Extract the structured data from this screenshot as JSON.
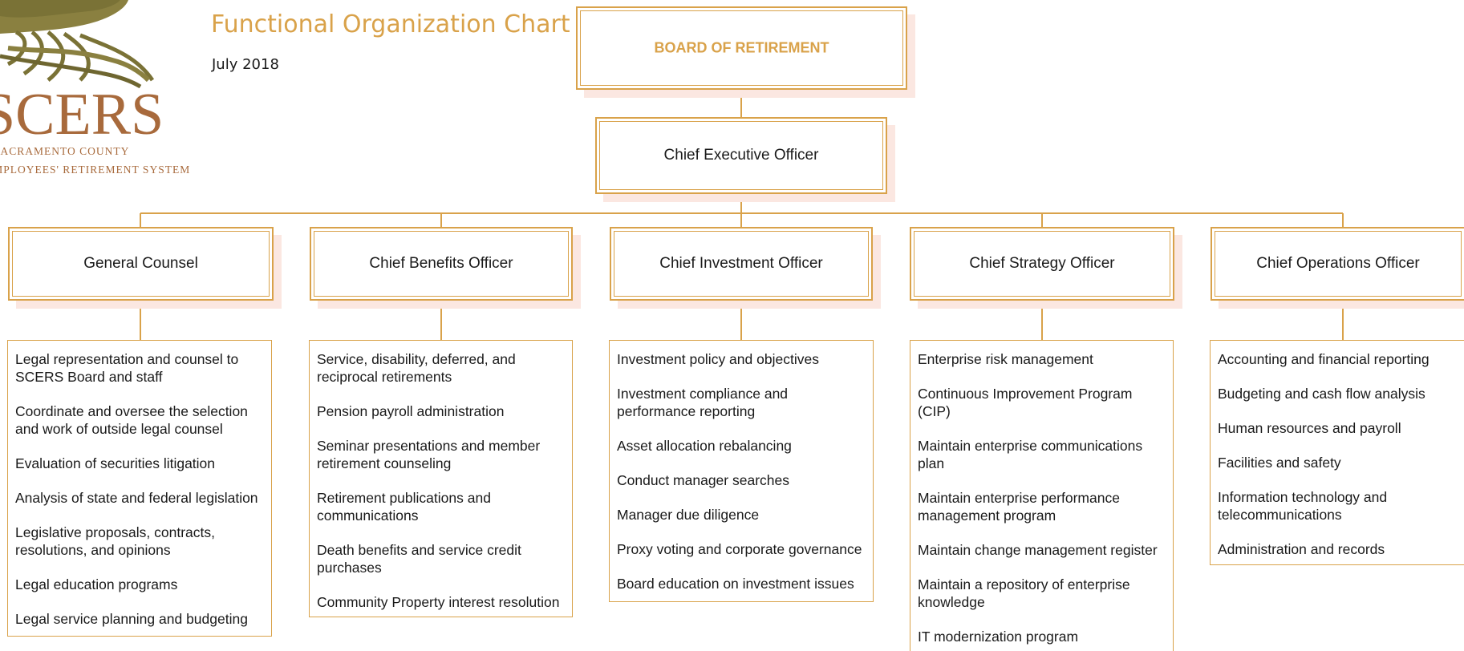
{
  "header": {
    "title": "Functional Organization Chart",
    "date": "July 2018"
  },
  "logo": {
    "wordmark": "SCERS",
    "line1": "SACRAMENTO COUNTY",
    "line2": "EMPLOYEES' RETIREMENT SYSTEM"
  },
  "board": {
    "label": "BOARD OF RETIREMENT"
  },
  "ceo": {
    "label": "Chief Executive Officer"
  },
  "departments": [
    {
      "title": "General Counsel",
      "items": [
        "Legal representation and counsel to SCERS Board and staff",
        "Coordinate and oversee the selection and work of outside legal counsel",
        "Evaluation of securities litigation",
        "Analysis of state and federal legislation",
        "Legislative proposals, contracts, resolutions, and opinions",
        "Legal education programs",
        "Legal service planning and budgeting"
      ]
    },
    {
      "title": "Chief Benefits Officer",
      "items": [
        "Service, disability, deferred, and reciprocal retirements",
        "Pension payroll administration",
        "Seminar presentations and member retirement counseling",
        "Retirement publications and communications",
        "Death benefits and service credit purchases",
        "Community Property interest resolution"
      ]
    },
    {
      "title": "Chief Investment Officer",
      "items": [
        "Investment policy and objectives",
        "Investment compliance and performance reporting",
        "Asset allocation rebalancing",
        "Conduct manager searches",
        "Manager due diligence",
        "Proxy voting and corporate governance",
        "Board education on investment issues"
      ]
    },
    {
      "title": "Chief Strategy Officer",
      "items": [
        "Enterprise risk management",
        "Continuous Improvement Program (CIP)",
        "Maintain enterprise communications plan",
        "Maintain enterprise performance management program",
        "Maintain change management register",
        "Maintain a repository of enterprise knowledge",
        "IT modernization program"
      ]
    },
    {
      "title": "Chief Operations Officer",
      "items": [
        "Accounting and financial reporting",
        "Budgeting and cash flow analysis",
        "Human resources and payroll",
        "Facilities and safety",
        "Information technology and telecommunications",
        "Administration and records"
      ]
    }
  ]
}
